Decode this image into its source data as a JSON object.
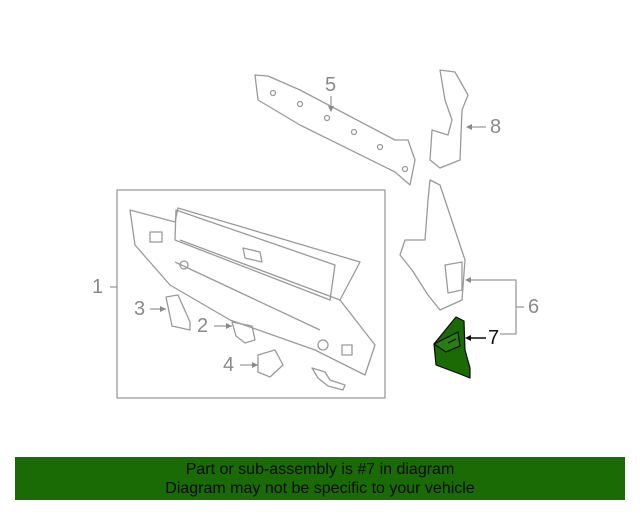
{
  "diagram": {
    "callouts": [
      {
        "id": "1",
        "label": "1"
      },
      {
        "id": "2",
        "label": "2"
      },
      {
        "id": "3",
        "label": "3"
      },
      {
        "id": "4",
        "label": "4"
      },
      {
        "id": "5",
        "label": "5"
      },
      {
        "id": "6",
        "label": "6"
      },
      {
        "id": "7",
        "label": "7",
        "highlighted": true
      },
      {
        "id": "8",
        "label": "8"
      }
    ],
    "highlight_color": "#1a6b06",
    "line_color": "#8a8a8a"
  },
  "banner": {
    "line1": "Part or sub-assembly is #7 in diagram",
    "line2": "Diagram may not be specific to your vehicle",
    "background": "#1a6b06"
  }
}
